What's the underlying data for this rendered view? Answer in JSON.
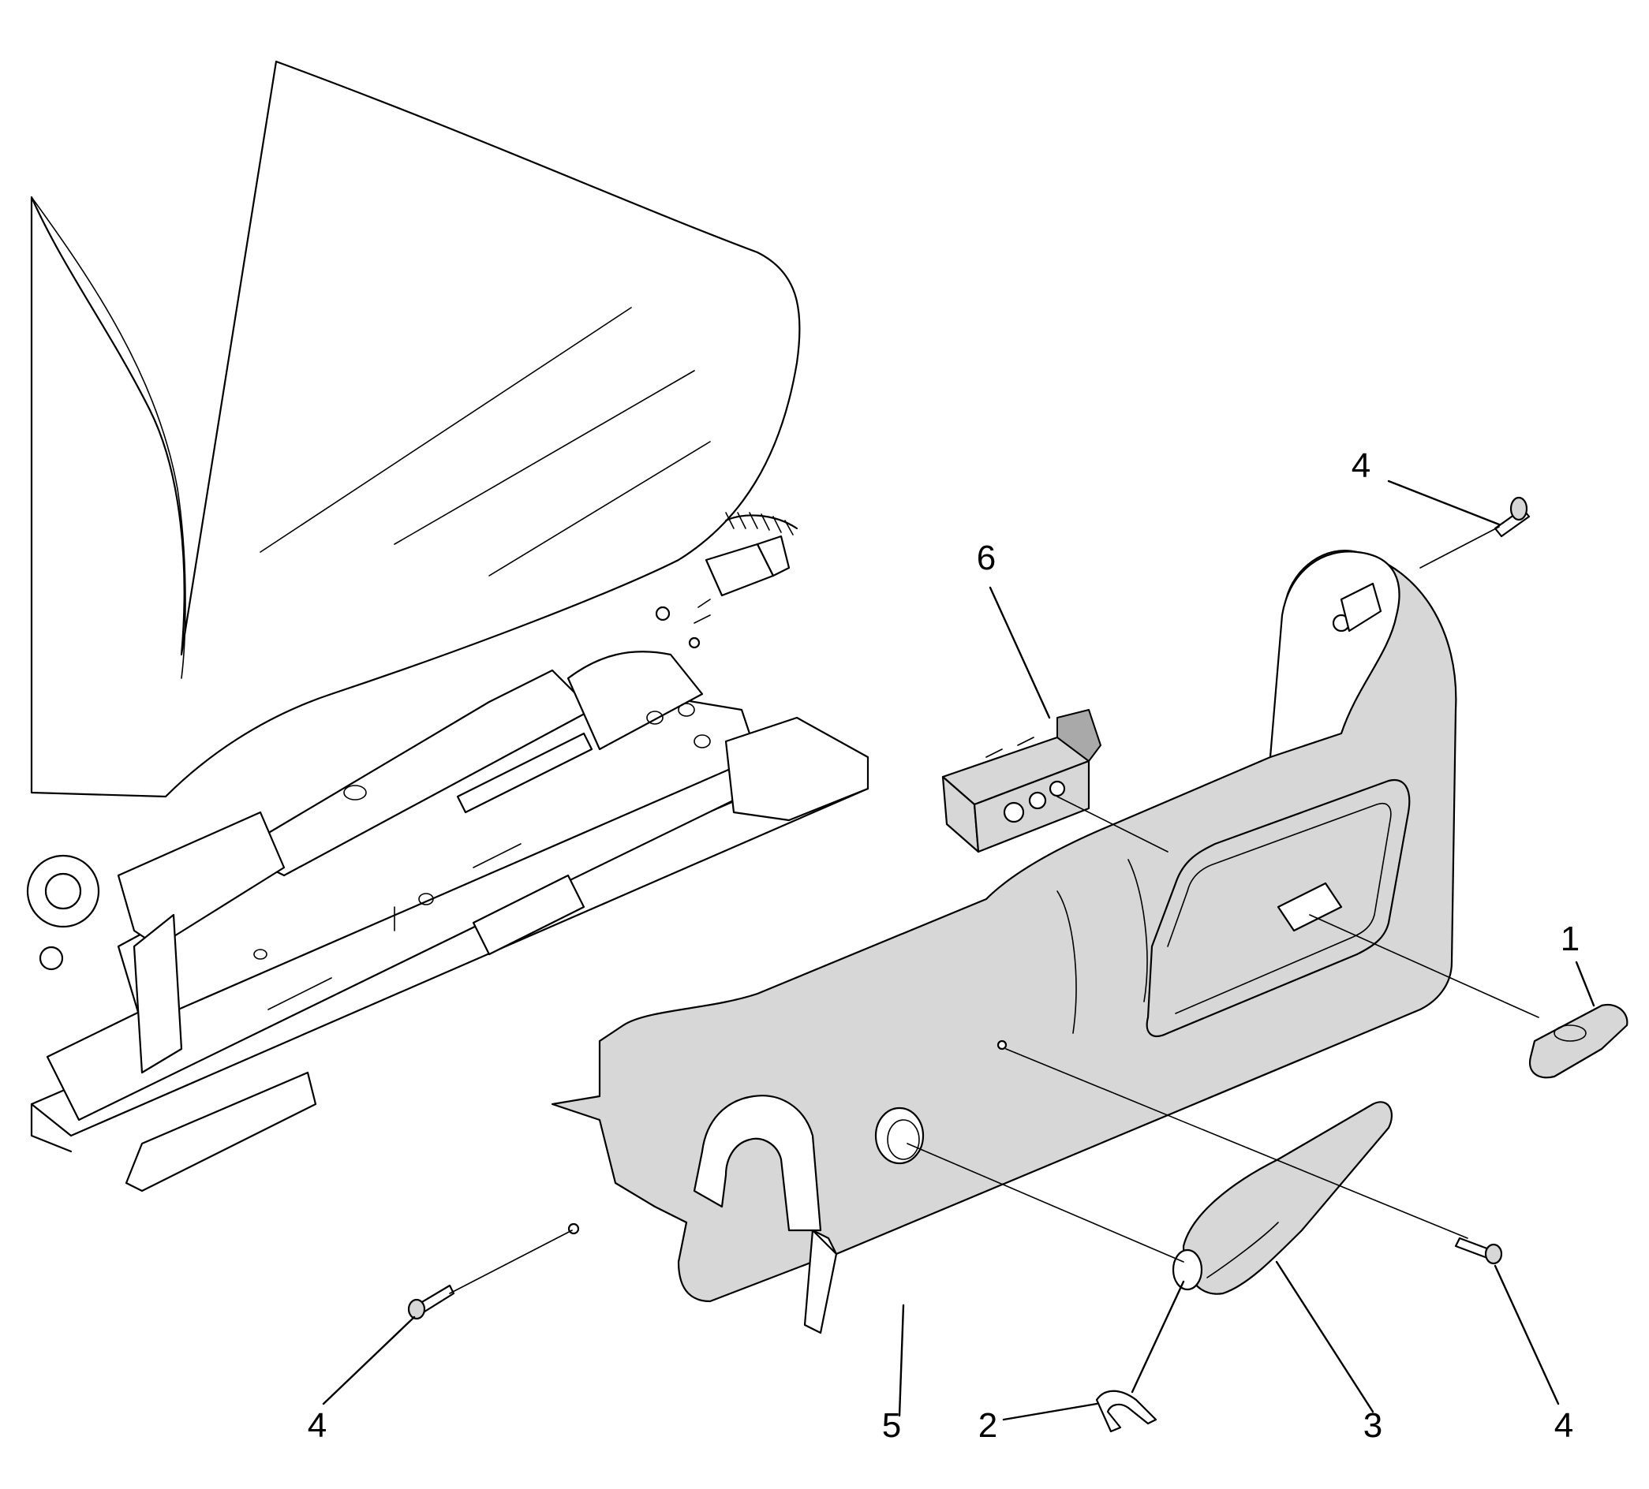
{
  "callouts": [
    {
      "id": "label-1",
      "text": "1"
    },
    {
      "id": "label-2",
      "text": "2"
    },
    {
      "id": "label-3",
      "text": "3"
    },
    {
      "id": "label-4-top",
      "text": "4"
    },
    {
      "id": "label-4-left",
      "text": "4"
    },
    {
      "id": "label-4-right",
      "text": "4"
    },
    {
      "id": "label-5",
      "text": "5"
    },
    {
      "id": "label-6",
      "text": "6"
    }
  ],
  "colors": {
    "line": "#000000",
    "part_fill": "#d7d7d7",
    "background": "#ffffff"
  }
}
